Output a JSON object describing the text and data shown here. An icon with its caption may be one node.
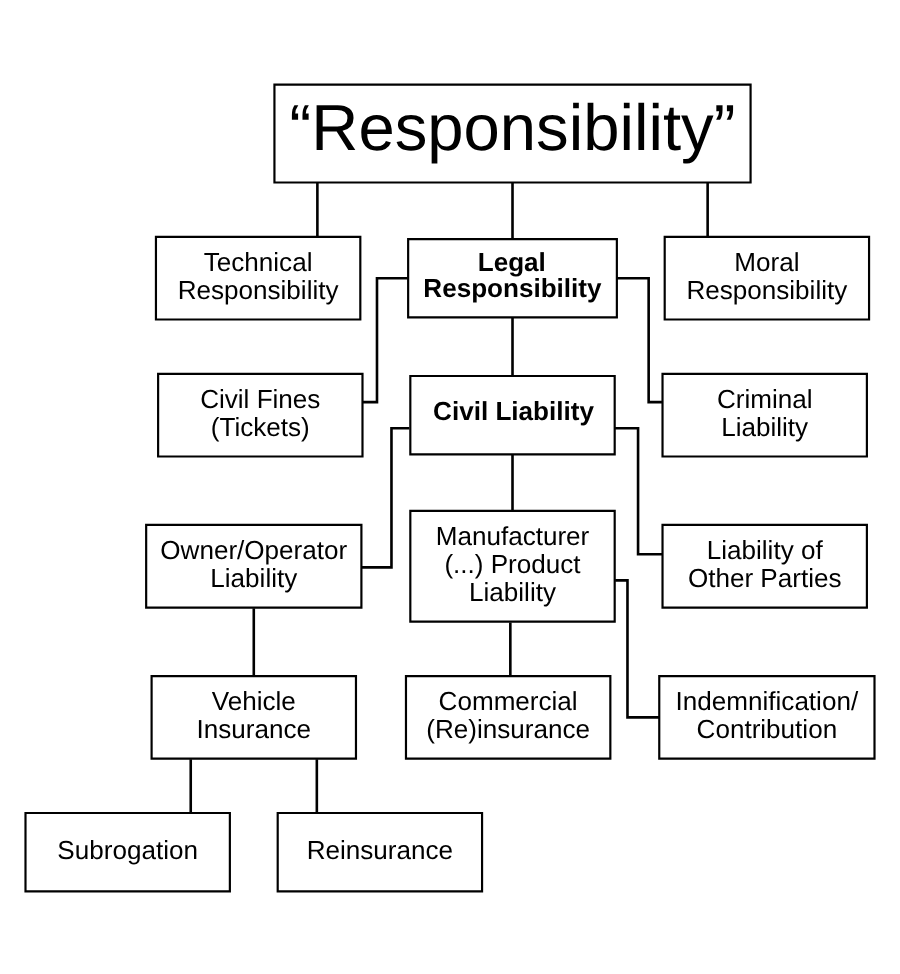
{
  "diagram": {
    "nodes": [
      {
        "text": [
          "“Responsibility”"
        ]
      },
      {
        "text": [
          "Technical Responsibility"
        ]
      },
      {
        "text": [
          "Legal Responsibility"
        ]
      },
      {
        "text": [
          "Moral Responsibility"
        ]
      },
      {
        "text": [
          "Civil Fines (Tickets)"
        ]
      },
      {
        "text": [
          "Civil Liability"
        ]
      },
      {
        "text": [
          "Criminal Liability"
        ]
      },
      {
        "text": [
          "Owner/Operator Liability"
        ]
      },
      {
        "text": [
          "Manufacturer (...) Product Liability"
        ]
      },
      {
        "text": [
          "Liability of Other Parties"
        ]
      },
      {
        "text": [
          "Vehicle Insurance"
        ]
      },
      {
        "text": [
          "Commercial (Re)insurance"
        ]
      },
      {
        "text": [
          "Indemnification/ Contribution"
        ]
      },
      {
        "text": [
          "Subrogation"
        ]
      },
      {
        "text": [
          "Reinsurance"
        ]
      }
    ],
    "edges": [
      {
        "from": 0,
        "to": 1,
        "arrow": "none"
      },
      {
        "from": 0,
        "to": 2,
        "arrow": "none"
      },
      {
        "from": 0,
        "to": 3,
        "arrow": "none"
      },
      {
        "from": 2,
        "to": 4,
        "arrow": "none"
      },
      {
        "from": 2,
        "to": 5,
        "arrow": "none"
      },
      {
        "from": 2,
        "to": 6,
        "arrow": "none"
      },
      {
        "from": 5,
        "to": 7,
        "arrow": "none"
      },
      {
        "from": 5,
        "to": 8,
        "arrow": "none"
      },
      {
        "from": 5,
        "to": 9,
        "arrow": "none"
      },
      {
        "from": 7,
        "to": 10,
        "arrow": "none"
      },
      {
        "from": 8,
        "to": 11,
        "arrow": "none"
      },
      {
        "from": 8,
        "to": 12,
        "arrow": "none"
      },
      {
        "from": 10,
        "to": 13,
        "arrow": "none"
      },
      {
        "from": 10,
        "to": 14,
        "arrow": "none"
      }
    ]
  }
}
